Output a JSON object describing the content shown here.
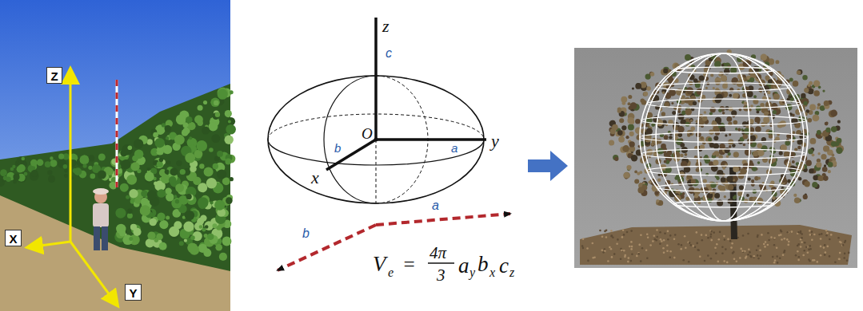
{
  "diagram": {
    "nodes": [
      {
        "text": [
          "Z"
        ]
      },
      {
        "text": [
          "X"
        ]
      },
      {
        "text": [
          "Y"
        ]
      }
    ],
    "labels": [
      "z",
      "c",
      "O",
      "y",
      "b",
      "a",
      "x",
      "b",
      "a",
      "V",
      "e",
      "=",
      "4π",
      "3",
      "a",
      "y",
      "b",
      "x",
      "c",
      "z"
    ]
  }
}
